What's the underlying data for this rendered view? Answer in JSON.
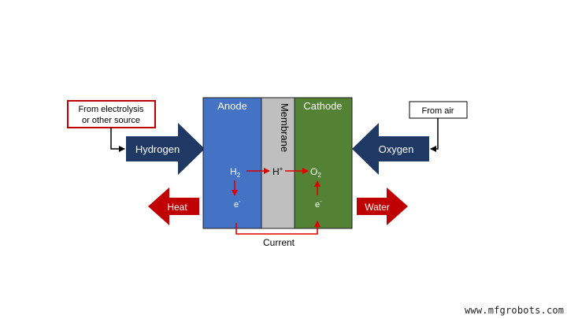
{
  "sources": {
    "hydrogen_source": [
      "From electrolysis",
      "or other source"
    ],
    "oxygen_source": "From air"
  },
  "inputs": {
    "hydrogen": "Hydrogen",
    "oxygen": "Oxygen"
  },
  "outputs": {
    "heat": "Heat",
    "water": "Water"
  },
  "cell": {
    "anode": "Anode",
    "membrane": "Membrane",
    "cathode": "Cathode"
  },
  "species": {
    "h2_base": "H",
    "h2_sub": "2",
    "proton_base": "H",
    "proton_sup": "+",
    "o2_base": "O",
    "o2_sub": "2",
    "electron_anode_base": "e",
    "electron_anode_sup": "-",
    "electron_cathode_base": "e",
    "electron_cathode_sup": "-"
  },
  "circuit": {
    "current": "Current"
  },
  "watermark": "www.mfgrobots.com",
  "colors": {
    "anode": "#4472c4",
    "membrane": "#bfbfbf",
    "cathode": "#548235",
    "input_arrow": "#1f3864",
    "output_arrow": "#c00000",
    "flow_arrow": "#e00000",
    "source_border_hydrogen": "#c00000",
    "source_border_oxygen": "#000000"
  }
}
